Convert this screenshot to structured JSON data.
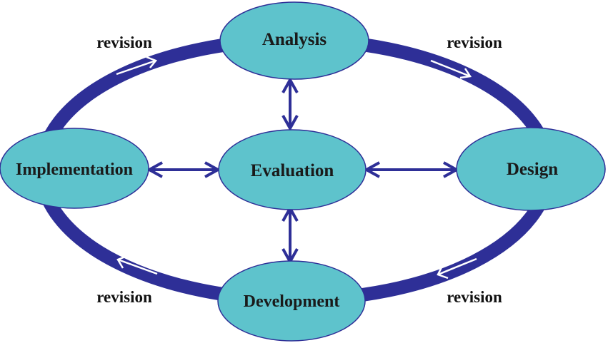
{
  "colors": {
    "ring": "#2e2f97",
    "node_fill": "#5ec3cc",
    "node_stroke": "#2e2f97",
    "arrow": "#2e2f97",
    "ring_arrow": "#ffffff",
    "text": "#1a1a1a"
  },
  "nodes": {
    "analysis": "Analysis",
    "design": "Design",
    "development": "Development",
    "implementation": "Implementation",
    "evaluation": "Evaluation"
  },
  "revision_labels": {
    "top_left": "revision",
    "top_right": "revision",
    "bottom_left": "revision",
    "bottom_right": "revision"
  }
}
